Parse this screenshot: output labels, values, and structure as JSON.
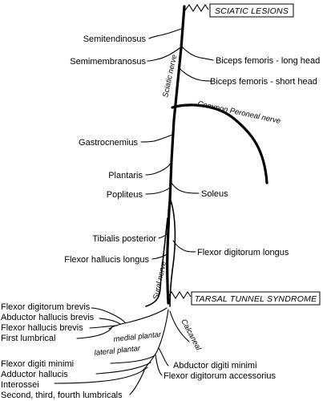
{
  "lesions": {
    "sciatic": "SCIATIC LESIONS",
    "tarsal": "TARSAL TUNNEL SYNDROME"
  },
  "nerves": {
    "sciatic": "Sciatic nerve",
    "common_peroneal": "Common Peroneal nerve",
    "sural": "Sural nerve",
    "medial_plantar": "medial plantar",
    "lateral_plantar": "lateral plantar",
    "calcaneal": "Calcaneal"
  },
  "muscles": {
    "semitendinosus": "Semitendinosus",
    "semimembranosus": "Semimembranosus",
    "biceps_long": "Biceps femoris - long head",
    "biceps_short": "Biceps femoris - short head",
    "gastrocnemius": "Gastrocnemius",
    "plantaris": "Plantaris",
    "popliteus": "Popliteus",
    "soleus": "Soleus",
    "tibialis_posterior": "Tibialis posterior",
    "flexor_hallucis_longus": "Flexor hallucis longus",
    "flexor_digitorum_longus": "Flexor digitorum longus",
    "flexor_digitorum_brevis": "Flexor digitorum brevis",
    "abductor_hallucis_brevis": "Abductor hallucis brevis",
    "flexor_hallucis_brevis": "Flexor hallucis brevis",
    "first_lumbrical": "First lumbrical",
    "flexor_digiti_minimi": "Flexor digiti minimi",
    "adductor_hallucis": "Adductor hallucis",
    "interossei": "Interossei",
    "lumbricals": "Second, third, fourth lumbricals",
    "abductor_digiti_minimi": "Abductor digiti minimi",
    "flexor_digitorum_accessorius": "Flexor digitorum accessorius"
  }
}
